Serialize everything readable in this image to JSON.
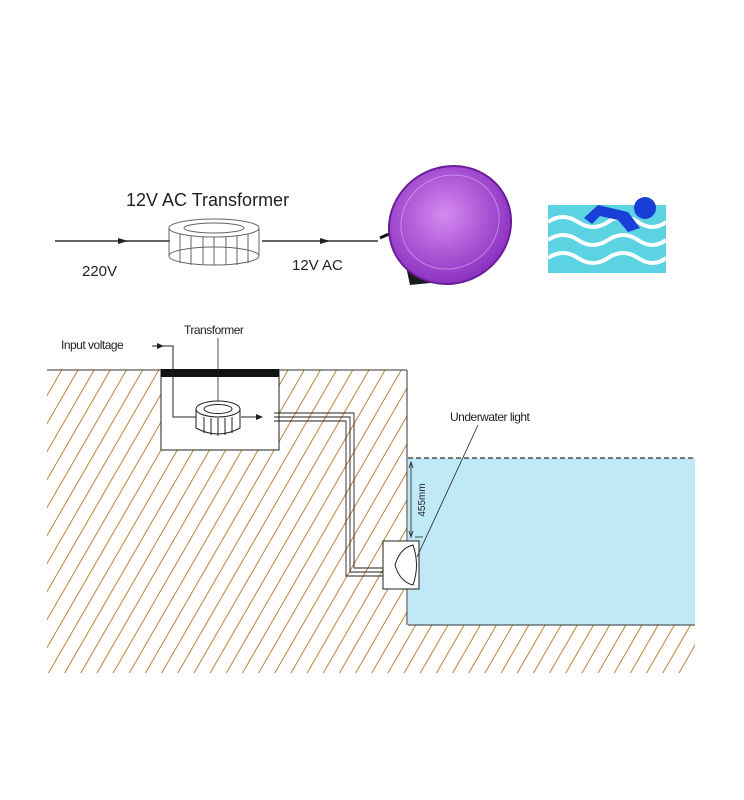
{
  "top_diagram": {
    "title": "12V AC Transformer",
    "input_label": "220V",
    "output_label": "12V AC"
  },
  "bottom_diagram": {
    "input_voltage_label": "Input voltage",
    "transformer_label": "Transformer",
    "underwater_light_label": "Underwater light",
    "depth_label": "455mm"
  },
  "colors": {
    "hatch": "#b8863b",
    "water": "#bfe9f7",
    "lamp": "#9b3fc9",
    "swimmer": "#1a3fd6",
    "waves": "#4fd0e0"
  }
}
